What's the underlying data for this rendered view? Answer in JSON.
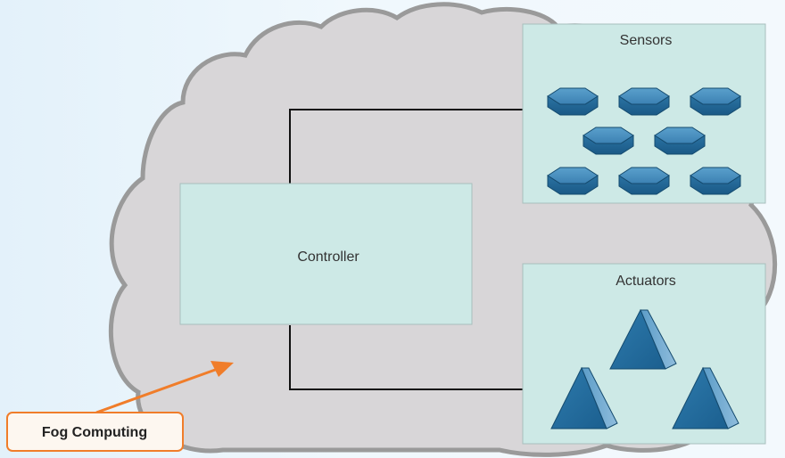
{
  "diagram": {
    "controller": {
      "label": "Controller"
    },
    "sensors": {
      "title": "Sensors",
      "count": 8,
      "icon": "hexagonal-prism-sensor-icon"
    },
    "actuators": {
      "title": "Actuators",
      "count": 3,
      "icon": "triangular-prism-actuator-icon"
    },
    "fog_callout": {
      "label": "Fog Computing"
    }
  },
  "colors": {
    "background": "#e8f4fb",
    "cloud_fill": "#d8d6d8",
    "cloud_stroke": "#9a9a9a",
    "box_fill": "#cde9e6",
    "box_stroke": "#a8bfbd",
    "connector": "#111111",
    "icon_top": "#4a90bf",
    "icon_side": "#1f628f",
    "icon_edge": "#144a6e",
    "callout_stroke": "#f07d2a",
    "arrow": "#f07d2a"
  }
}
